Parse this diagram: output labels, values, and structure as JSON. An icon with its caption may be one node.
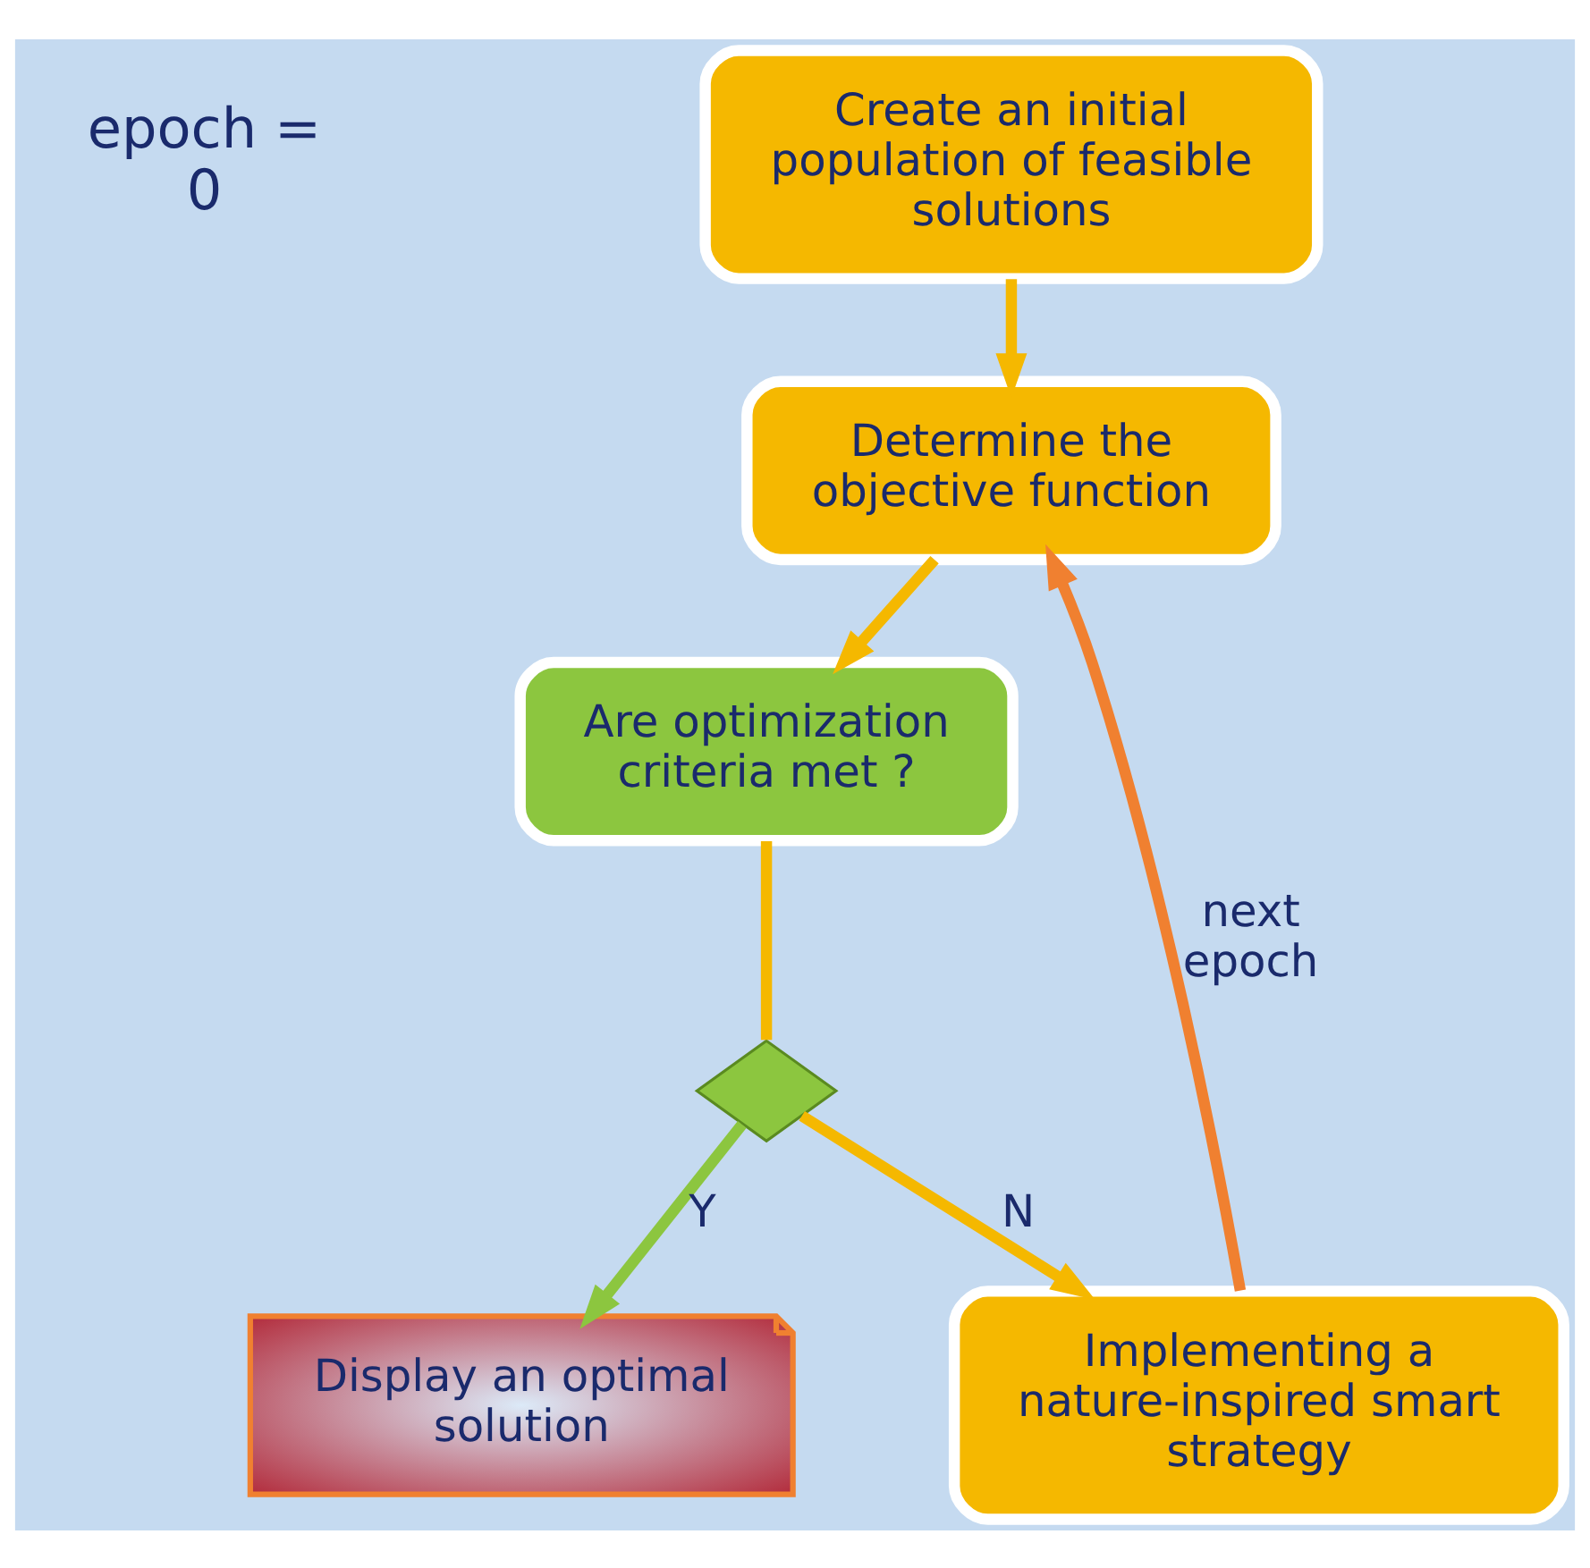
{
  "diagram": {
    "nodes": [
      {
        "text": [
          "Create an initial population of feasible solutions"
        ]
      },
      {
        "text": [
          "Determine the objective function"
        ]
      },
      {
        "text": [
          "Are optimization criteria met ?"
        ]
      },
      {
        "text": [],
        "shape": "diamond"
      },
      {
        "text": [
          "Display an optimal solution"
        ]
      },
      {
        "text": [
          "Implementing a nature-inspired smart strategy"
        ]
      }
    ],
    "edges": [
      {
        "from": 0,
        "to": 1,
        "arrow": "to"
      },
      {
        "from": 1,
        "to": 2,
        "arrow": "to"
      },
      {
        "from": 2,
        "to": 3,
        "arrow": "none"
      },
      {
        "from": 3,
        "to": 4,
        "arrow": "to",
        "label": "Y",
        "color": "#8cc63f"
      },
      {
        "from": 3,
        "to": 5,
        "arrow": "to",
        "label": "N"
      },
      {
        "from": 5,
        "to": 1,
        "arrow": "to",
        "label": "next epoch",
        "color": "#f08030"
      }
    ],
    "labels": [
      "epoch = 0"
    ]
  }
}
